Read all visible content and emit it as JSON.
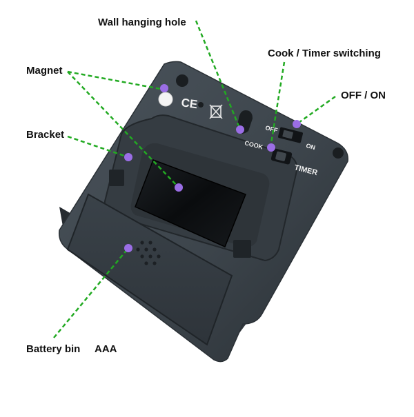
{
  "labels": {
    "wall_hanging_hole": "Wall hanging hole",
    "magnet": "Magnet",
    "cook_timer_switching": "Cook / Timer switching",
    "off_on": "OFF / ON",
    "bracket": "Bracket",
    "battery_bin": "Battery bin",
    "battery_type": "AAA"
  },
  "device_markings": {
    "ce": "CE",
    "off": "OFF",
    "on": "ON",
    "cook": "COOK",
    "timer": "TIMER"
  },
  "colors": {
    "leader_line": "#22aa22",
    "marker_dot": "#9b6ee6",
    "body": "#3f474e",
    "body_dark": "#2b3137",
    "screen": "#0d0f11",
    "background": "#ffffff"
  }
}
